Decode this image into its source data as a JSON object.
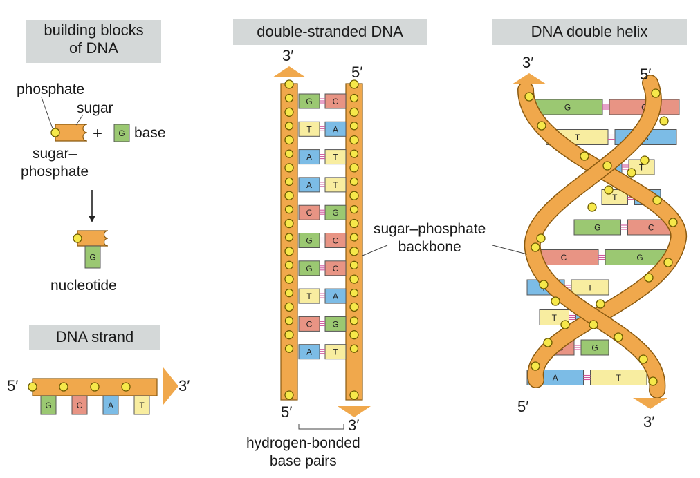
{
  "headers": {
    "building_blocks": "building blocks\nof DNA",
    "double_stranded": "double-stranded DNA",
    "double_helix": "DNA double helix",
    "dna_strand": "DNA strand"
  },
  "labels": {
    "phosphate": "phosphate",
    "sugar": "sugar",
    "plus": "+",
    "base": "base",
    "sugar_phosphate": "sugar–\nphosphate",
    "nucleotide": "nucleotide",
    "backbone": "sugar–phosphate\nbackbone",
    "hydrogen_bonded": "hydrogen-bonded\nbase pairs"
  },
  "ends": {
    "strand_left": "5′",
    "strand_right": "3′",
    "ds_top_left": "3′",
    "ds_top_right": "5′",
    "ds_bottom_left": "5′",
    "ds_bottom_right": "3′",
    "helix_top_left": "3′",
    "helix_top_right": "5′",
    "helix_bottom_left": "5′",
    "helix_bottom_right": "3′"
  },
  "blocks_base": "G",
  "nucleotide_base": "G",
  "strand_bases": [
    "G",
    "C",
    "A",
    "T"
  ],
  "ds_pairs": [
    [
      "G",
      "C"
    ],
    [
      "T",
      "A"
    ],
    [
      "A",
      "T"
    ],
    [
      "A",
      "T"
    ],
    [
      "C",
      "G"
    ],
    [
      "G",
      "C"
    ],
    [
      "G",
      "C"
    ],
    [
      "T",
      "A"
    ],
    [
      "C",
      "G"
    ],
    [
      "A",
      "T"
    ]
  ],
  "helix_pairs": [
    [
      "G",
      "C"
    ],
    [
      "T",
      "A"
    ],
    [
      "A",
      "T"
    ],
    [
      "T",
      "A"
    ],
    [
      "G",
      "C"
    ],
    [
      "C",
      "G"
    ],
    [
      "A",
      "T"
    ],
    [
      "T",
      "A"
    ],
    [
      "C",
      "G"
    ],
    [
      "A",
      "T"
    ]
  ],
  "colors": {
    "backbone": "#f0a84c",
    "backbone_edge": "#8a5a10",
    "phosphate": "#f6e84a",
    "G": "#9bc872",
    "C": "#e89484",
    "A": "#7cbce6",
    "T": "#f8eda0",
    "hbond": "#d0589c",
    "header_bg": "#d4d8d8"
  }
}
